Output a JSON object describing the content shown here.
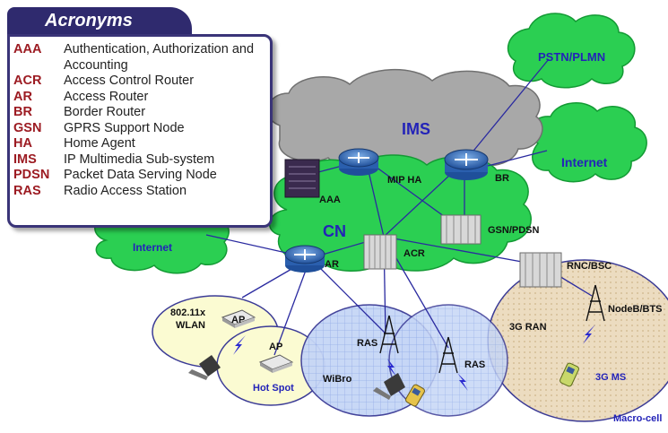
{
  "acronyms": {
    "title": "Acronyms",
    "items": [
      {
        "abbr": "AAA",
        "full": "Authentication, Authorization and Accounting"
      },
      {
        "abbr": "ACR",
        "full": "Access Control Router"
      },
      {
        "abbr": "AR",
        "full": "Access Router"
      },
      {
        "abbr": "BR",
        "full": "Border Router"
      },
      {
        "abbr": "GSN",
        "full": "GPRS Support Node"
      },
      {
        "abbr": "HA",
        "full": "Home Agent"
      },
      {
        "abbr": "IMS",
        "full": "IP Multimedia Sub-system"
      },
      {
        "abbr": "PDSN",
        "full": "Packet Data Serving Node"
      },
      {
        "abbr": "RAS",
        "full": "Radio Access Station"
      }
    ]
  },
  "clouds": {
    "pstn": "PSTN/PLMN",
    "ims": "IMS",
    "internet_right": "Internet",
    "internet_left": "Internet",
    "cn": "CN"
  },
  "nodes": {
    "aaa": "AAA",
    "mip_ha": "MIP HA",
    "br": "BR",
    "gsn_pdsn": "GSN/PDSN",
    "acr": "ACR",
    "ar": "AR",
    "rnc_bsc": "RNC/BSC",
    "nodeb_bts": "NodeB/BTS",
    "ran_3g": "3G RAN",
    "ms_3g": "3G MS",
    "macro_cell": "Macro-cell",
    "wlan_line1": "802.11x",
    "wlan_line2": "WLAN",
    "ap1": "AP",
    "ap2": "AP",
    "hot_spot": "Hot Spot",
    "wibro": "WiBro",
    "ras1": "RAS",
    "ras2": "RAS"
  },
  "colors": {
    "cloud_green": "#2bcf52",
    "cloud_gray": "#a8a8a8",
    "wlan_fill": "#fbfbd2",
    "wibro_fill": "#c6d6f6",
    "ran_fill": "#ecdcc0",
    "link": "#2a2aa0",
    "label_blue": "#2323b8",
    "tab_navy": "#2f2a6e",
    "acro_red": "#9c1b22"
  }
}
